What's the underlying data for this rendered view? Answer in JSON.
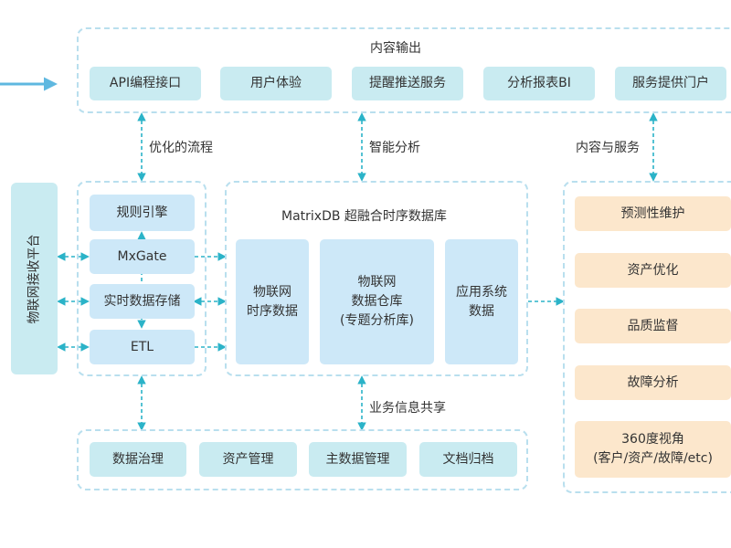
{
  "output": {
    "title": "内容输出",
    "items": [
      "API编程接口",
      "用户体验",
      "提醒推送服务",
      "分析报表BI",
      "服务提供门户"
    ]
  },
  "links": {
    "flow": "优化的流程",
    "smart": "智能分析",
    "content_service": "内容与服务",
    "business_share": "业务信息共享"
  },
  "sidebar": {
    "title": "物联网接收平台"
  },
  "ingest": {
    "items": [
      "规则引擎",
      "MxGate",
      "实时数据存储",
      "ETL"
    ]
  },
  "db": {
    "title": "MatrixDB 超融合时序数据库",
    "cols": [
      {
        "line1": "物联网",
        "line2": "时序数据",
        "line3": ""
      },
      {
        "line1": "物联网",
        "line2": "数据仓库",
        "line3": "(专题分析库)"
      },
      {
        "line1": "应用系统",
        "line2": "数据",
        "line3": ""
      }
    ]
  },
  "apps": {
    "items": [
      "预测性维护",
      "资产优化",
      "品质监督",
      "故障分析"
    ],
    "last": {
      "line1": "360度视角",
      "line2": "(客户/资产/故障/etc)"
    }
  },
  "governance": {
    "items": [
      "数据治理",
      "资产管理",
      "主数据管理",
      "文档归档"
    ]
  }
}
